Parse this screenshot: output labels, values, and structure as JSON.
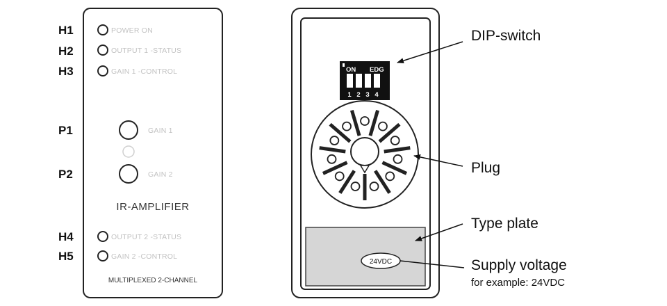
{
  "front_panel": {
    "leds_top": [
      {
        "id": "H1",
        "label": "POWER ON"
      },
      {
        "id": "H2",
        "label": "OUTPUT 1 -STATUS"
      },
      {
        "id": "H3",
        "label": "GAIN 1 -CONTROL"
      }
    ],
    "pots": [
      {
        "id": "P1",
        "label": "GAIN 1"
      },
      {
        "id": "P2",
        "label": "GAIN 2"
      }
    ],
    "title": "IR-AMPLIFIER",
    "leds_bottom": [
      {
        "id": "H4",
        "label": "OUTPUT 2 -STATUS"
      },
      {
        "id": "H5",
        "label": "GAIN 2 -CONTROL"
      }
    ],
    "footer": "MULTIPLEXED 2-CHANNEL"
  },
  "rear_panel": {
    "dip_switch": {
      "on_label": "ON",
      "edg_label": "EDG",
      "numbers": [
        "1",
        "2",
        "3",
        "4"
      ]
    },
    "type_plate_voltage": "24VDC"
  },
  "callouts": {
    "dip_switch": "DIP-switch",
    "plug": "Plug",
    "type_plate": "Type plate",
    "supply_voltage": "Supply voltage",
    "supply_voltage_example": "for example: 24VDC"
  }
}
